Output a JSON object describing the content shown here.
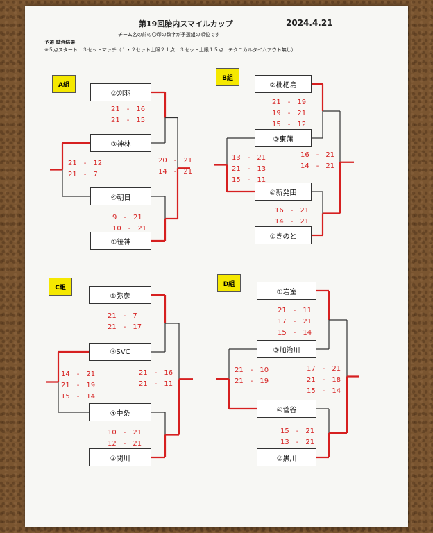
{
  "header": {
    "title": "第19回胎内スマイルカップ",
    "date": "2024.4.21",
    "note": "チーム名の前の〇印の数字が予選組の順位です",
    "heading": "予選 試合結果",
    "rules": "※５点スタート　３セットマッチ（１・２セット上限２１点　３セット上限１５点　テクニカルタイムアウト無し）"
  },
  "groups": [
    {
      "label": "A組",
      "teams": [
        "②刈羽",
        "③神林",
        "④朝日",
        "①笹神"
      ],
      "score_top": [
        "21　-　16",
        "21　-　15"
      ],
      "score_bottom": [
        "9　-　21",
        "10　-　21"
      ],
      "score_left": [
        "21　-　12",
        "21　-　7"
      ],
      "score_right": [
        "20　-　21",
        "14　-　21"
      ]
    },
    {
      "label": "B組",
      "teams": [
        "②枇杷島",
        "③東蒲",
        "④新発田",
        "①きのと"
      ],
      "score_top": [
        "21　-　19",
        "19　-　21",
        "15　-　12"
      ],
      "score_bottom": [
        "16　-　21",
        "14　-　21"
      ],
      "score_left": [
        "13　-　21",
        "21　-　13",
        "15　-　11"
      ],
      "score_right": [
        "16　-　21",
        "14　-　21"
      ]
    },
    {
      "label": "C組",
      "teams": [
        "①弥彦",
        "③SVC",
        "④中条",
        "②関川"
      ],
      "score_top": [
        "21　-　7",
        "21　-　17"
      ],
      "score_bottom": [
        "10　-　21",
        "12　-　21"
      ],
      "score_left": [
        "14　-　21",
        "21　-　19",
        "15　-　14"
      ],
      "score_right": [
        "21　-　16",
        "21　-　11"
      ]
    },
    {
      "label": "D組",
      "teams": [
        "①岩室",
        "③加治川",
        "④菅谷",
        "②黒川"
      ],
      "score_top": [
        "21　-　11",
        "17　-　21",
        "15　-　14"
      ],
      "score_bottom": [
        "15　-　21",
        "13　-　21"
      ],
      "score_left": [
        "21　-　10",
        "21　-　19"
      ],
      "score_right": [
        "17　-　21",
        "21　-　18",
        "15　-　14"
      ]
    }
  ],
  "colors": {
    "winner_line": "#d62020",
    "line": "#333333",
    "badge": "#f5e800"
  }
}
